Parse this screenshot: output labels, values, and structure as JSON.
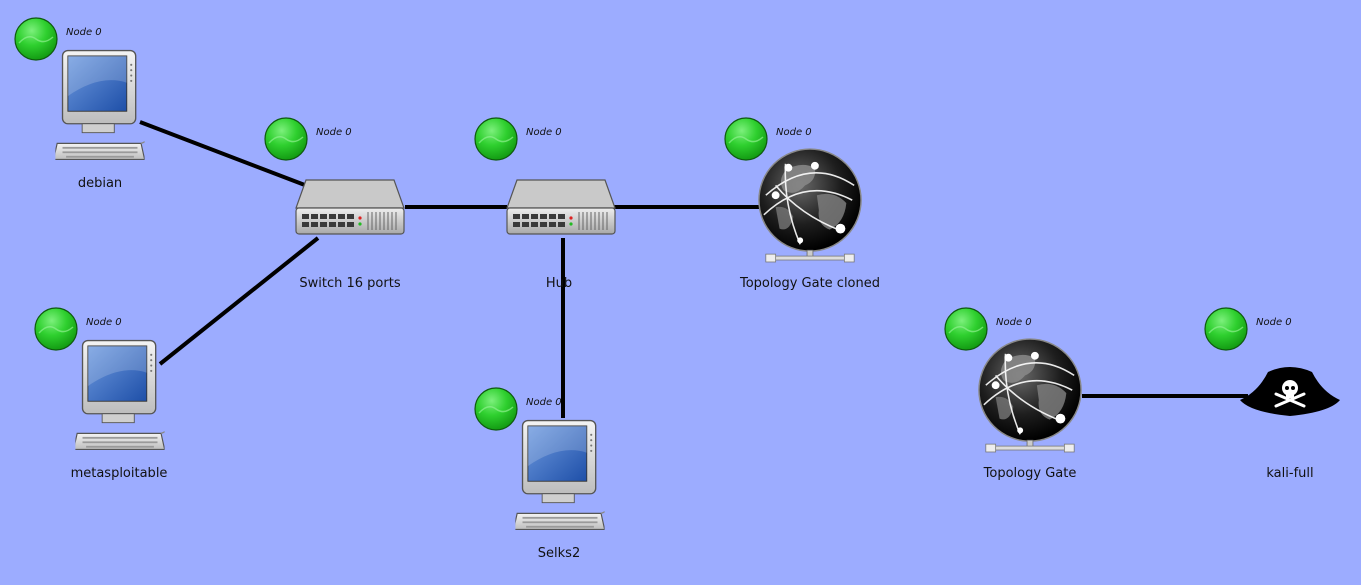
{
  "colors": {
    "background": "#9cacff",
    "link": "#000000",
    "status_on": "#22c422"
  },
  "nodes": {
    "debian": {
      "label": "debian",
      "node_id": "Node 0",
      "icon": "computer-icon",
      "status": "running"
    },
    "metasploitable": {
      "label": "metasploitable",
      "node_id": "Node 0",
      "icon": "computer-icon",
      "status": "running"
    },
    "switch": {
      "label": "Switch 16 ports",
      "node_id": "Node 0",
      "icon": "switch-icon",
      "status": "running"
    },
    "hub": {
      "label": "Hub",
      "node_id": "Node 0",
      "icon": "hub-icon",
      "status": "running"
    },
    "selks2": {
      "label": "Selks2",
      "node_id": "Node 0",
      "icon": "computer-icon",
      "status": "running"
    },
    "gate_cloned": {
      "label": "Topology Gate cloned",
      "node_id": "Node 0",
      "icon": "globe-icon",
      "status": "running"
    },
    "gate": {
      "label": "Topology Gate",
      "node_id": "Node 0",
      "icon": "globe-icon",
      "status": "running"
    },
    "kali": {
      "label": "kali-full",
      "node_id": "Node 0",
      "icon": "pirate-hat-icon",
      "status": "running"
    }
  },
  "links": [
    [
      "debian",
      "switch"
    ],
    [
      "metasploitable",
      "switch"
    ],
    [
      "switch",
      "hub"
    ],
    [
      "hub",
      "gate_cloned"
    ],
    [
      "hub",
      "selks2"
    ],
    [
      "gate",
      "kali"
    ]
  ]
}
